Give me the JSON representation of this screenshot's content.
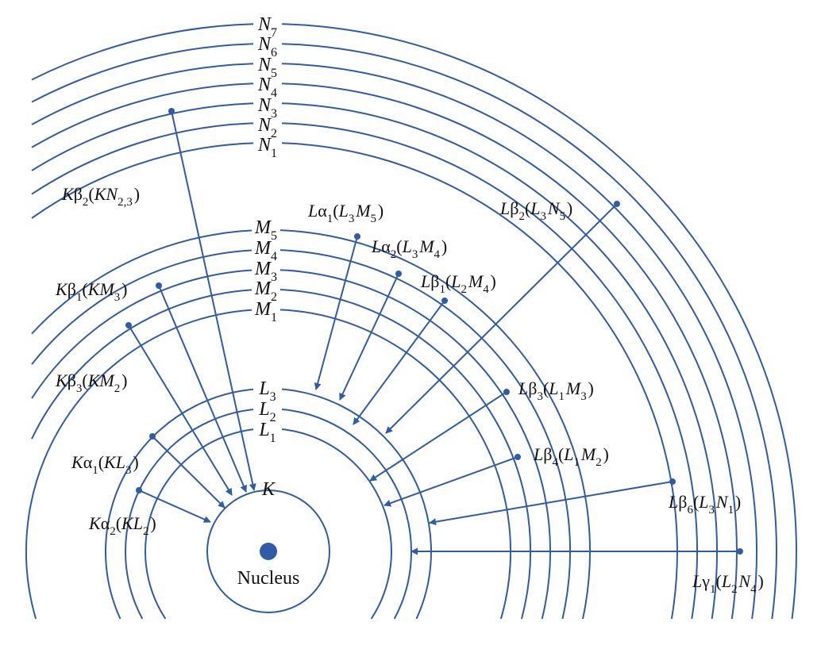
{
  "diagram": {
    "nucleus_label": "Nucleus",
    "colors": {
      "line": "#2f5ba8",
      "text": "#111111",
      "background": "#ffffff"
    },
    "shells": [
      {
        "id": "K",
        "letter": "K",
        "sub": ""
      },
      {
        "id": "L1",
        "letter": "L",
        "sub": "1"
      },
      {
        "id": "L2",
        "letter": "L",
        "sub": "2"
      },
      {
        "id": "L3",
        "letter": "L",
        "sub": "3"
      },
      {
        "id": "M1",
        "letter": "M",
        "sub": "1"
      },
      {
        "id": "M2",
        "letter": "M",
        "sub": "2"
      },
      {
        "id": "M3",
        "letter": "M",
        "sub": "3"
      },
      {
        "id": "M4",
        "letter": "M",
        "sub": "4"
      },
      {
        "id": "M5",
        "letter": "M",
        "sub": "5"
      },
      {
        "id": "N1",
        "letter": "N",
        "sub": "1"
      },
      {
        "id": "N2",
        "letter": "N",
        "sub": "2"
      },
      {
        "id": "N3",
        "letter": "N",
        "sub": "3"
      },
      {
        "id": "N4",
        "letter": "N",
        "sub": "4"
      },
      {
        "id": "N5",
        "letter": "N",
        "sub": "5"
      },
      {
        "id": "N6",
        "letter": "N",
        "sub": "6"
      },
      {
        "id": "N7",
        "letter": "N",
        "sub": "7"
      }
    ],
    "transitions": [
      {
        "id": "kb2",
        "shell": "K",
        "greek": "β",
        "gsub": "2",
        "paren": [
          [
            "K",
            ""
          ],
          [
            "N",
            "2,3"
          ]
        ]
      },
      {
        "id": "kb1",
        "shell": "K",
        "greek": "β",
        "gsub": "1",
        "paren": [
          [
            "K",
            ""
          ],
          [
            "M",
            "3"
          ]
        ]
      },
      {
        "id": "kb3",
        "shell": "K",
        "greek": "β",
        "gsub": "3",
        "paren": [
          [
            "K",
            ""
          ],
          [
            "M",
            "2"
          ]
        ]
      },
      {
        "id": "ka1",
        "shell": "K",
        "greek": "α",
        "gsub": "1",
        "paren": [
          [
            "K",
            ""
          ],
          [
            "L",
            "3"
          ]
        ]
      },
      {
        "id": "ka2",
        "shell": "K",
        "greek": "α",
        "gsub": "2",
        "paren": [
          [
            "K",
            ""
          ],
          [
            "L",
            "2"
          ]
        ]
      },
      {
        "id": "la1",
        "shell": "L",
        "greek": "α",
        "gsub": "1",
        "paren": [
          [
            "L",
            "3"
          ],
          [
            "M",
            "5"
          ]
        ]
      },
      {
        "id": "la2",
        "shell": "L",
        "greek": "α",
        "gsub": "2",
        "paren": [
          [
            "L",
            "3"
          ],
          [
            "M",
            "4"
          ]
        ]
      },
      {
        "id": "lb1",
        "shell": "L",
        "greek": "β",
        "gsub": "1",
        "paren": [
          [
            "L",
            "2"
          ],
          [
            "M",
            "4"
          ]
        ]
      },
      {
        "id": "lb2",
        "shell": "L",
        "greek": "β",
        "gsub": "2",
        "paren": [
          [
            "L",
            "3"
          ],
          [
            "N",
            "5"
          ]
        ]
      },
      {
        "id": "lb3",
        "shell": "L",
        "greek": "β",
        "gsub": "3",
        "paren": [
          [
            "L",
            "1"
          ],
          [
            "M",
            "3"
          ]
        ]
      },
      {
        "id": "lb4",
        "shell": "L",
        "greek": "β",
        "gsub": "4",
        "paren": [
          [
            "L",
            "1"
          ],
          [
            "M",
            "2"
          ]
        ]
      },
      {
        "id": "lb6",
        "shell": "L",
        "greek": "β",
        "gsub": "6",
        "paren": [
          [
            "L",
            "3"
          ],
          [
            "N",
            "1"
          ]
        ]
      },
      {
        "id": "lg1",
        "shell": "L",
        "greek": "γ",
        "gsub": "1",
        "paren": [
          [
            "L",
            "2"
          ],
          [
            "N",
            "4"
          ]
        ]
      }
    ]
  }
}
